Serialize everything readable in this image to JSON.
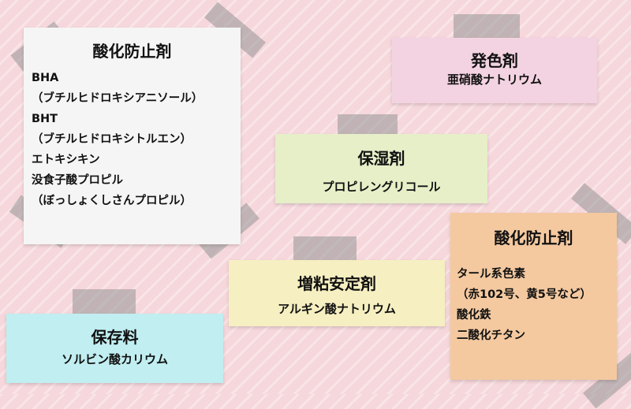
{
  "notes": {
    "antioxidant_left": {
      "title": "酸化防止剤",
      "items": [
        "BHA",
        "（ブチルヒドロキシアニソール）",
        "BHT",
        "（ブチルヒドロキシトルエン）",
        "エトキシキン",
        "没食子酸プロピル",
        "（ぼっしょくしさんプロピル）"
      ]
    },
    "colorant": {
      "title": "発色剤",
      "subtitle": "亜硝酸ナトリウム"
    },
    "humectant": {
      "title": "保湿剤",
      "subtitle": "プロピレングリコール"
    },
    "thickener": {
      "title": "増粘安定剤",
      "subtitle": "アルギン酸ナトリウム"
    },
    "preservative": {
      "title": "保存料",
      "subtitle": "ソルビン酸カリウム"
    },
    "antioxidant_right": {
      "title": "酸化防止剤",
      "items": [
        "タール系色素",
        "（赤102号、黄5号など）",
        "酸化鉄",
        "二酸化チタン"
      ]
    }
  },
  "colors": {
    "background": "#f6d7db",
    "antioxidant_left": "#f5f5f5",
    "colorant": "#f3d3e1",
    "humectant": "#e6efc8",
    "thickener": "#f6efc1",
    "preservative": "#c1eef1",
    "antioxidant_right": "#f4c9a0",
    "tape": "#969696"
  }
}
